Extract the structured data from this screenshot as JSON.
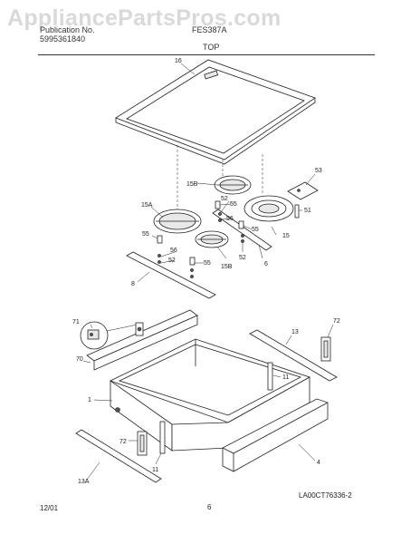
{
  "watermark": "AppliancePartsPros.com",
  "header": {
    "publication_label": "Publication No.",
    "publication_no": "5995361840",
    "model": "FES387A",
    "section": "TOP"
  },
  "footer": {
    "date": "12/01",
    "page": "6",
    "figure_id": "LA00CT76336-2"
  },
  "callouts": {
    "c16": "16",
    "c53": "53",
    "c15B_a": "15B",
    "c55_a": "55",
    "c52_a": "52",
    "c51": "51",
    "c15A": "15A",
    "c56_a": "56",
    "c55_b": "55",
    "c15": "15",
    "c55_c": "55",
    "c56_b": "56",
    "c52_b": "52",
    "c52_c": "52",
    "c6": "6",
    "c55_d": "55",
    "c15B_b": "15B",
    "c8": "8",
    "c71": "71",
    "c13_a": "13",
    "c72_a": "72",
    "c70": "70",
    "c11_a": "11",
    "c1": "1",
    "c72_b": "72",
    "c11_b": "11",
    "c4": "4",
    "c13A": "13A"
  }
}
